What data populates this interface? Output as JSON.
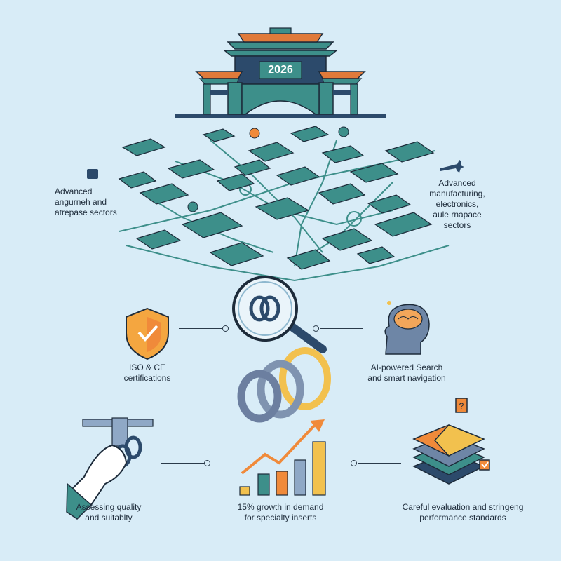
{
  "gate": {
    "year": "2026"
  },
  "left_sector": {
    "lines": [
      "Advanced",
      "angurneh and",
      "atrepase sectors"
    ]
  },
  "right_sector": {
    "lines": [
      "Advanced",
      "manufacturing,",
      "electronics,",
      "aule rnapace",
      "sectors"
    ]
  },
  "certification": {
    "lines": [
      "ISO & CE",
      "certifications"
    ]
  },
  "ai_search": {
    "lines": [
      "AI-powered Search",
      "and smart navigation"
    ]
  },
  "quality": {
    "lines": [
      "Assessing quality",
      "and suitablty"
    ]
  },
  "growth": {
    "lines": [
      "15% growth in demand",
      "for specialty inserts"
    ]
  },
  "evaluation": {
    "lines": [
      "Careful evaluation and stringeng",
      "performance standards"
    ]
  },
  "colors": {
    "background": "#d8ecf7",
    "teal": "#3d8f8a",
    "navy": "#2c4a6b",
    "orange": "#f08a3a",
    "yellow": "#f2c14e"
  }
}
